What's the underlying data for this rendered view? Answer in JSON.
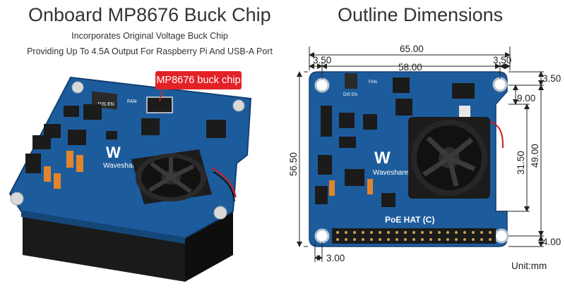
{
  "left": {
    "title": "Onboard MP8676 Buck Chip",
    "subtitle_line1": "Incorporates Original Voltage Buck Chip",
    "subtitle_line2": "Providing Up To 4.5A Output For Raspberry Pi And USB-A Port",
    "callout": "MP8676 buck chip",
    "board_silkscreen": {
      "brand": "Waveshare",
      "fan_label": "FAN",
      "switch_labels": "DIS EN"
    }
  },
  "right": {
    "title": "Outline Dimensions",
    "board_label": "PoE HAT (C)",
    "brand": "Waveshare",
    "fan_label": "FAN",
    "switch_labels": "DIS EN",
    "dimensions": {
      "total_width": "65.00",
      "inner_width": "58.00",
      "left_offset": "3.50",
      "right_offset": "3.50",
      "total_height": "56.50",
      "top_offset": "3.50",
      "cutout_top": "9.00",
      "cutout_height": "31.50",
      "height_right": "49.00",
      "bottom_offset": "4.00",
      "hole_offset": "3.00"
    },
    "unit": "Unit:mm"
  },
  "colors": {
    "pcb": "#1d5c9c",
    "callout": "#e32228",
    "fan": "#1c1c1c"
  }
}
